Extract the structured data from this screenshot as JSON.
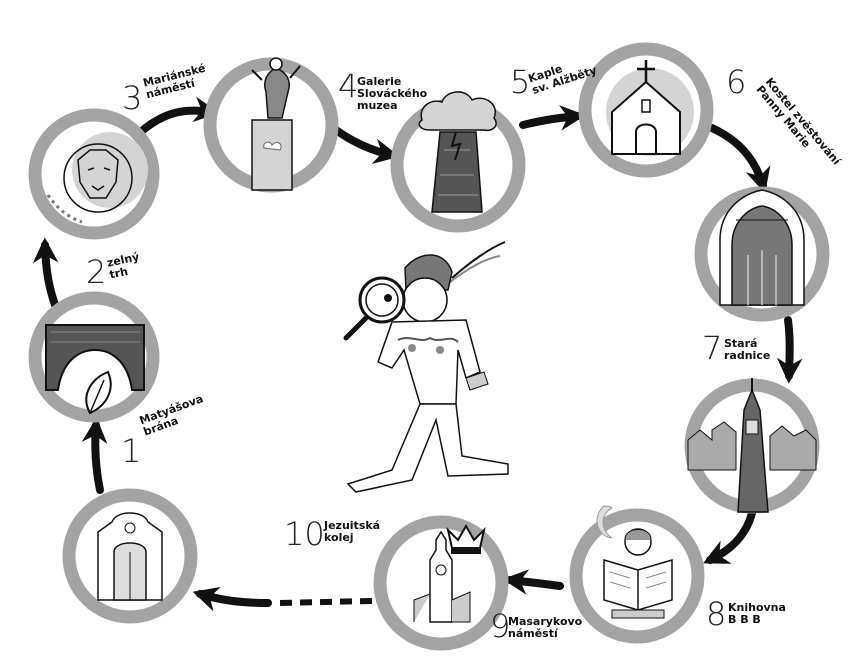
{
  "stops": [
    {
      "id": "s1",
      "num": "1",
      "line1": "Matyášova",
      "line2": "brána",
      "icon": "arch-gate-icon"
    },
    {
      "id": "s2",
      "num": "2",
      "line1": "zelný",
      "line2": "trh",
      "icon": "lion-icon"
    },
    {
      "id": "s3",
      "num": "3",
      "line1": "Mariánské",
      "line2": "náměstí",
      "icon": "statue-column-icon"
    },
    {
      "id": "s4",
      "num": "4",
      "line1": "Galerie",
      "line2": "Slováckého",
      "line3": "muzea",
      "icon": "tower-cloud-icon"
    },
    {
      "id": "s5",
      "num": "5",
      "line1": "Kaple",
      "line2": "sv. Alžběty",
      "icon": "chapel-icon"
    },
    {
      "id": "s6",
      "num": "6",
      "line1": "Kostel zvěstování",
      "line2": "Panny Marie",
      "icon": "church-portal-icon"
    },
    {
      "id": "s7",
      "num": "7",
      "line1": "Stará",
      "line2": "radnice",
      "icon": "town-hall-tower-icon"
    },
    {
      "id": "s8",
      "num": "8",
      "line1": "Knihovna",
      "line2": "B B B",
      "icon": "reading-girl-icon"
    },
    {
      "id": "s9",
      "num": "9",
      "line1": "Masarykovo",
      "line2": "náměstí",
      "icon": "clock-tower-icon"
    },
    {
      "id": "s10",
      "num": "10",
      "line1": "Jezuitská",
      "line2": "kolej",
      "icon": "baroque-portal-icon"
    }
  ],
  "center_icon": "boy-with-magnifier-icon",
  "crown_icon": "crown-icon",
  "moon_icon": "crescent-moon-icon",
  "colors": {
    "ring": "#a3a3a3",
    "ink": "#111111",
    "wash": "#d4d4d4",
    "background": "#ffffff"
  }
}
